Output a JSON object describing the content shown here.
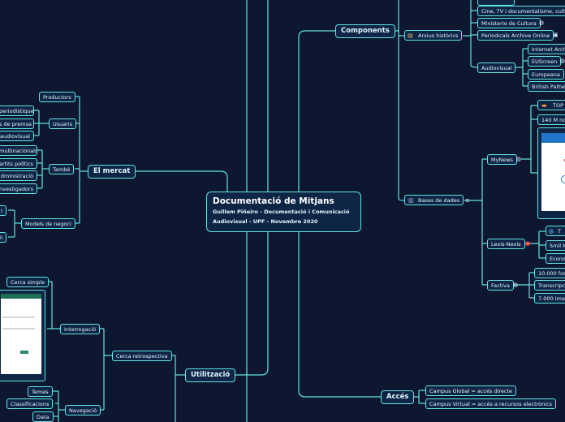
{
  "root": {
    "title": "Documentació de Mitjans",
    "subtitle_1": "Guillem Piñeiro - Documentació i Comunicació",
    "subtitle_2": "Audiovisual - UPF - Novembre 2020"
  },
  "components": {
    "label": "Components",
    "arxius": {
      "label": "Arxius històrics",
      "icon": "scroll-icon",
      "items": [
        "Cine, TV i documentalisme, cult",
        "Ministerio de Cultura",
        "Periodicals Archive Online"
      ],
      "audiovisual": {
        "label": "Audiovisual",
        "items": [
          "Internet Arch",
          "EUScreen",
          "Europeana",
          "British Pathe"
        ]
      }
    },
    "bases": {
      "label": "Bases de dades",
      "icon": "database-icon",
      "mynews": {
        "label": "MyNews",
        "items": [
          "TOP",
          "140 M no"
        ]
      },
      "lexis": {
        "label": "Lexis-Nexis",
        "items": [
          "T",
          "5mil M",
          "Econo"
        ]
      },
      "factiva": {
        "label": "Factiva",
        "items": [
          "10.000 fon",
          "Transcripc",
          "7.000 Imat"
        ]
      }
    }
  },
  "mercat": {
    "label": "El mercat",
    "productors": "Productors",
    "usuaris": {
      "label": "Usuaris",
      "items": [
        "periodístiques",
        "s de premsa",
        "audiovisual"
      ]
    },
    "tambe": {
      "label": "També",
      "items": [
        "multinacionals",
        "artits polítics",
        "dministració",
        "nvestigadors"
      ]
    },
    "models": {
      "label": "Models de negoci",
      "items": [
        "I",
        "II"
      ]
    }
  },
  "utilitzacio": {
    "label": "Utilització",
    "retro": "Cerca retrospectiva",
    "interrogacio": {
      "label": "Interrogació",
      "items": [
        "Cerca simple"
      ]
    },
    "navegacio": {
      "label": "Navegació",
      "items": [
        "Temes",
        "Classificacions",
        "Data"
      ]
    }
  },
  "acces": {
    "label": "Accés",
    "items": [
      "Campus Global = accés directe",
      "Campus Virtual = accés a recursos electrònics"
    ]
  }
}
